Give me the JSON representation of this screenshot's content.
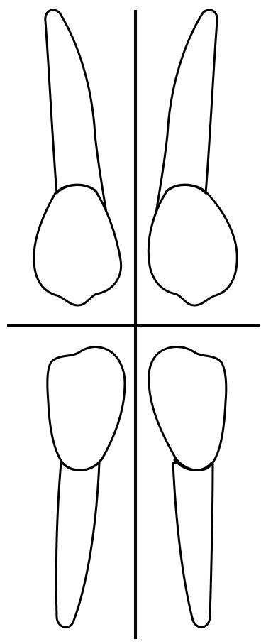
{
  "diagram": {
    "type": "dental-arch-quadrant-diagram",
    "teeth": [
      {
        "id": "upper-left",
        "arch": "maxillary",
        "side": "left"
      },
      {
        "id": "upper-right",
        "arch": "maxillary",
        "side": "right"
      },
      {
        "id": "lower-left",
        "arch": "mandibular",
        "side": "left"
      },
      {
        "id": "lower-right",
        "arch": "mandibular",
        "side": "right"
      }
    ],
    "axes": [
      "midline",
      "occlusal-plane"
    ]
  },
  "colors": {
    "stroke": "#000000",
    "fill": "#ffffff",
    "background": "#ffffff"
  }
}
